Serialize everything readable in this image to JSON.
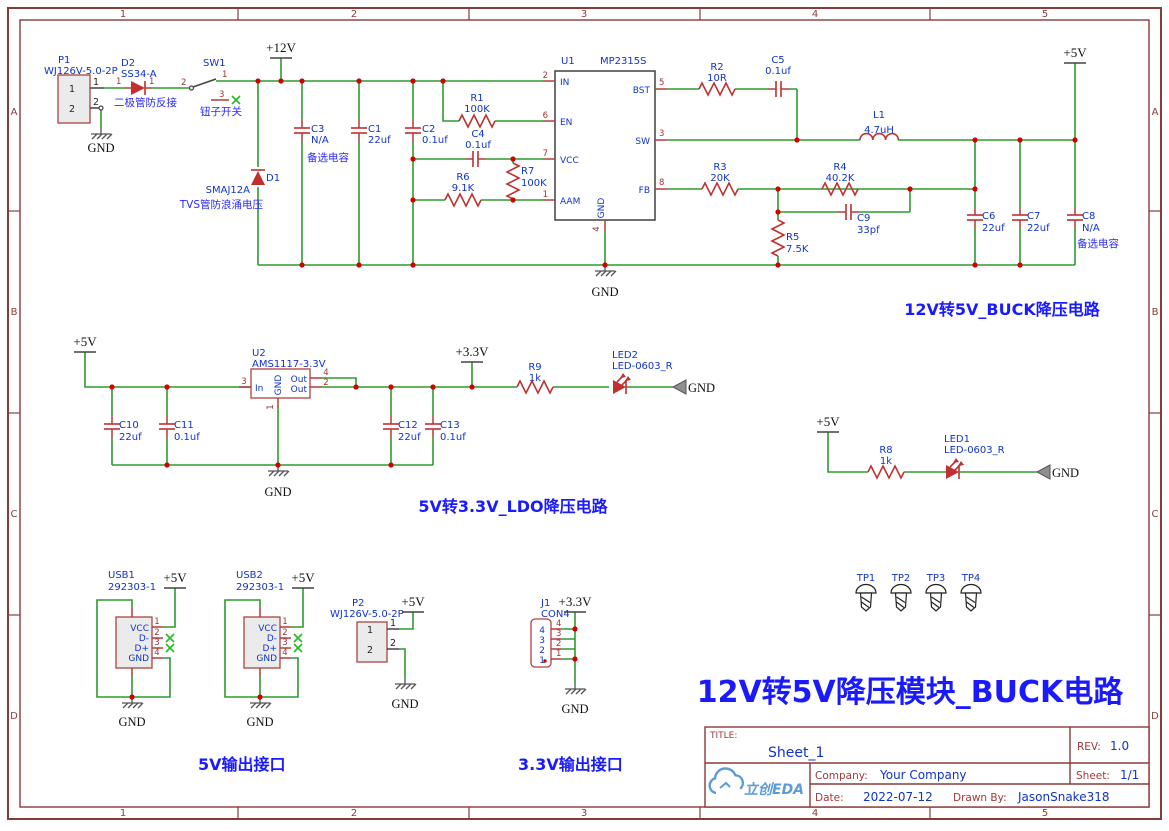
{
  "frame": {
    "cols": [
      "1",
      "2",
      "3",
      "4",
      "5"
    ],
    "rows": [
      "A",
      "B",
      "C",
      "D"
    ]
  },
  "power": {
    "p12v": "+12V",
    "p5v": "+5V",
    "p3v3": "+3.3V",
    "gnd": "GND"
  },
  "sections": {
    "buck_title": "12V转5V_BUCK降压电路",
    "ldo_title": "5V转3.3V_LDO降压电路",
    "usb_title": "5V输出接口",
    "con_title": "3.3V输出接口",
    "main_title": "12V转5V降压模块_BUCK电路"
  },
  "notes": {
    "diode": "二极管防反接",
    "switch": "钮子开关",
    "tvs": "TVS管防浪涌电压",
    "backup": "备选电容"
  },
  "colors": {
    "wire_green": "#2e9b2e",
    "symbol_red": "#c03030",
    "label_blue": "#1133cc",
    "note_blue": "#2a2aff",
    "frame_red": "#8b3a3a",
    "junction_red": "#d40000"
  },
  "components": {
    "P1": {
      "ref": "P1",
      "value": "WJ126V-5.0-2P",
      "pin1": "1",
      "pin2": "2"
    },
    "D2": {
      "ref": "D2",
      "value": "SS34-A",
      "pin": "1"
    },
    "SW1": {
      "ref": "SW1",
      "p1": "1",
      "p2": "2",
      "p3": "3"
    },
    "D1": {
      "ref": "D1",
      "value": "SMAJ12A"
    },
    "C1": {
      "ref": "C1",
      "value": "22uf"
    },
    "C2": {
      "ref": "C2",
      "value": "0.1uf"
    },
    "C3": {
      "ref": "C3",
      "value": "N/A"
    },
    "C4": {
      "ref": "C4",
      "value": "0.1uf"
    },
    "C5": {
      "ref": "C5",
      "value": "0.1uf"
    },
    "C6": {
      "ref": "C6",
      "value": "22uf"
    },
    "C7": {
      "ref": "C7",
      "value": "22uf"
    },
    "C8": {
      "ref": "C8",
      "value": "N/A"
    },
    "C9": {
      "ref": "C9",
      "value": "33pf"
    },
    "C10": {
      "ref": "C10",
      "value": "22uf"
    },
    "C11": {
      "ref": "C11",
      "value": "0.1uf"
    },
    "C12": {
      "ref": "C12",
      "value": "22uf"
    },
    "C13": {
      "ref": "C13",
      "value": "0.1uf"
    },
    "R1": {
      "ref": "R1",
      "value": "100K"
    },
    "R2": {
      "ref": "R2",
      "value": "10R"
    },
    "R3": {
      "ref": "R3",
      "value": "20K"
    },
    "R4": {
      "ref": "R4",
      "value": "40.2K"
    },
    "R5": {
      "ref": "R5",
      "value": "7.5K"
    },
    "R6": {
      "ref": "R6",
      "value": "9.1K"
    },
    "R7": {
      "ref": "R7",
      "value": "100K"
    },
    "R8": {
      "ref": "R8",
      "value": "1k"
    },
    "R9": {
      "ref": "R9",
      "value": "1k"
    },
    "L1": {
      "ref": "L1",
      "value": "4.7uH"
    },
    "U1": {
      "ref": "U1",
      "value": "MP2315S",
      "pins": {
        "in": {
          "name": "IN",
          "num": "2"
        },
        "en": {
          "name": "EN",
          "num": "6"
        },
        "vcc": {
          "name": "VCC",
          "num": "7"
        },
        "aam": {
          "name": "AAM",
          "num": "1"
        },
        "bst": {
          "name": "BST",
          "num": "5"
        },
        "sw": {
          "name": "SW",
          "num": "3"
        },
        "fb": {
          "name": "FB",
          "num": "8"
        },
        "gnd": {
          "name": "GND",
          "num": "4"
        }
      }
    },
    "U2": {
      "ref": "U2",
      "value": "AMS1117-3.3V",
      "pins": {
        "in": {
          "name": "In",
          "num": "3"
        },
        "gnd": {
          "name": "GND",
          "num": "1"
        },
        "out4": {
          "name": "Out",
          "num": "4"
        },
        "out2": {
          "name": "Out",
          "num": "2"
        }
      }
    },
    "LED1": {
      "ref": "LED1",
      "value": "LED-0603_R"
    },
    "LED2": {
      "ref": "LED2",
      "value": "LED-0603_R"
    },
    "USB1": {
      "ref": "USB1",
      "value": "292303-1",
      "pins": [
        "VCC",
        "D-",
        "D+",
        "GND"
      ],
      "nums": [
        "1",
        "2",
        "3",
        "4"
      ]
    },
    "USB2": {
      "ref": "USB2",
      "value": "292303-1",
      "pins": [
        "VCC",
        "D-",
        "D+",
        "GND"
      ],
      "nums": [
        "1",
        "2",
        "3",
        "4"
      ]
    },
    "P2": {
      "ref": "P2",
      "value": "WJ126V-5.0-2P",
      "pin1": "1",
      "pin2": "2"
    },
    "J1": {
      "ref": "J1",
      "value": "CON4",
      "nums": [
        "4",
        "3",
        "2",
        "1"
      ]
    },
    "TP1": {
      "ref": "TP1"
    },
    "TP2": {
      "ref": "TP2"
    },
    "TP3": {
      "ref": "TP3"
    },
    "TP4": {
      "ref": "TP4"
    }
  },
  "title_block": {
    "title_label": "TITLE:",
    "title": "Sheet_1",
    "rev_label": "REV:",
    "rev": "1.0",
    "company_label": "Company:",
    "company": "Your Company",
    "sheet_label": "Sheet:",
    "sheet": "1/1",
    "date_label": "Date:",
    "date": "2022-07-12",
    "drawn_label": "Drawn By:",
    "drawn": "JasonSnake318",
    "logo_text": "立创EDA"
  }
}
